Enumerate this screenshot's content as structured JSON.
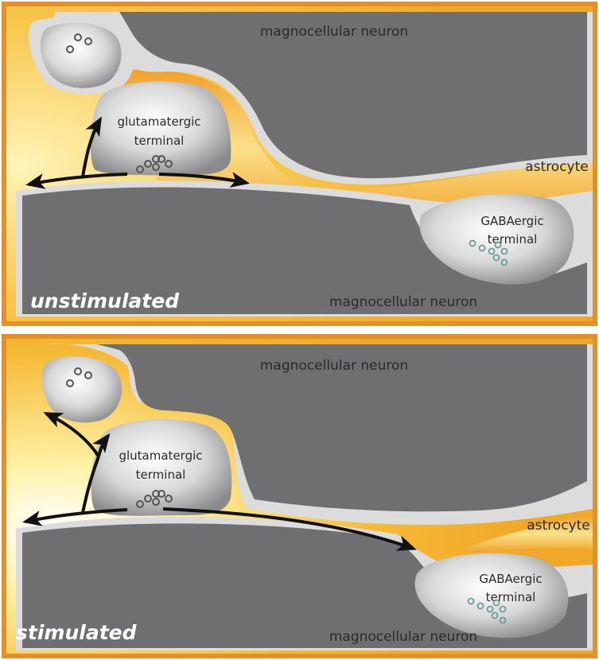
{
  "panels": [
    {
      "state_label": "unstimulated",
      "top_neuron": "magnocellular neuron",
      "bottom_neuron": "magnocellular neuron",
      "glutamatergic": [
        "glutamatergic",
        "terminal"
      ],
      "gabaergic": [
        "GABAergic",
        "terminal"
      ],
      "astrocyte": "astrocyte"
    },
    {
      "state_label": "stimulated",
      "top_neuron": "magnocellular neuron",
      "bottom_neuron": "magnocellular neuron",
      "glutamatergic": [
        "glutamatergic",
        "terminal"
      ],
      "gabaergic": [
        "GABAergic",
        "terminal"
      ],
      "astrocyte": "astrocyte"
    }
  ],
  "colors": {
    "neuron": "#6f6f71",
    "cleft": "#dcdcdc",
    "astrocyte": "#f4b630",
    "astrocyte_light": "#fde9a0",
    "border": "#e7922d",
    "arrow": "#111111"
  }
}
